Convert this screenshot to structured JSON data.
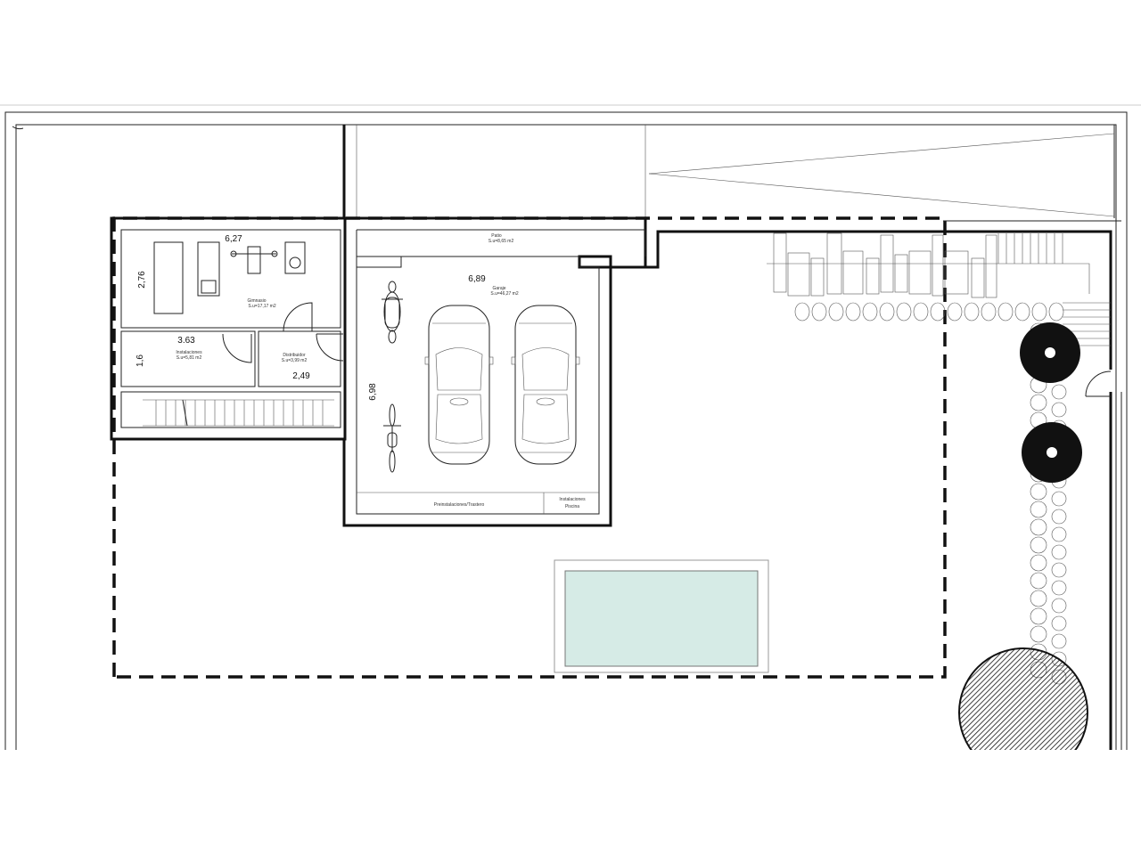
{
  "dimensions": {
    "gym_width": "6,27",
    "gym_height": "2,76",
    "storage_width": "3.63",
    "storage_height": "1,6",
    "hall_width": "2,49",
    "garage_width": "6,89",
    "garage_height": "6,98"
  },
  "rooms": {
    "gym_name": "Gimnasio",
    "gym_area": "S.u=17,17 m2",
    "storage_name": "Instalaciones",
    "storage_area": "S.u=5,81 m2",
    "hall_name": "Distribuidor",
    "hall_area": "S.u=3,99 m2",
    "patio_name": "Patio",
    "patio_area": "S.u=8,65 m2",
    "garage_name": "Garaje",
    "garage_area": "S.u=46,27 m2",
    "utility_left": "Preinstalaciones/Trastero",
    "utility_right_1": "Instalaciones",
    "utility_right_2": "Piscina"
  },
  "colors": {
    "pool_water": "#d6ebe6",
    "ink": "#111111"
  },
  "icons": [
    "motorcycle-icon",
    "bicycle-icon",
    "car-icon",
    "tree-icon",
    "gym-equipment-icon"
  ]
}
